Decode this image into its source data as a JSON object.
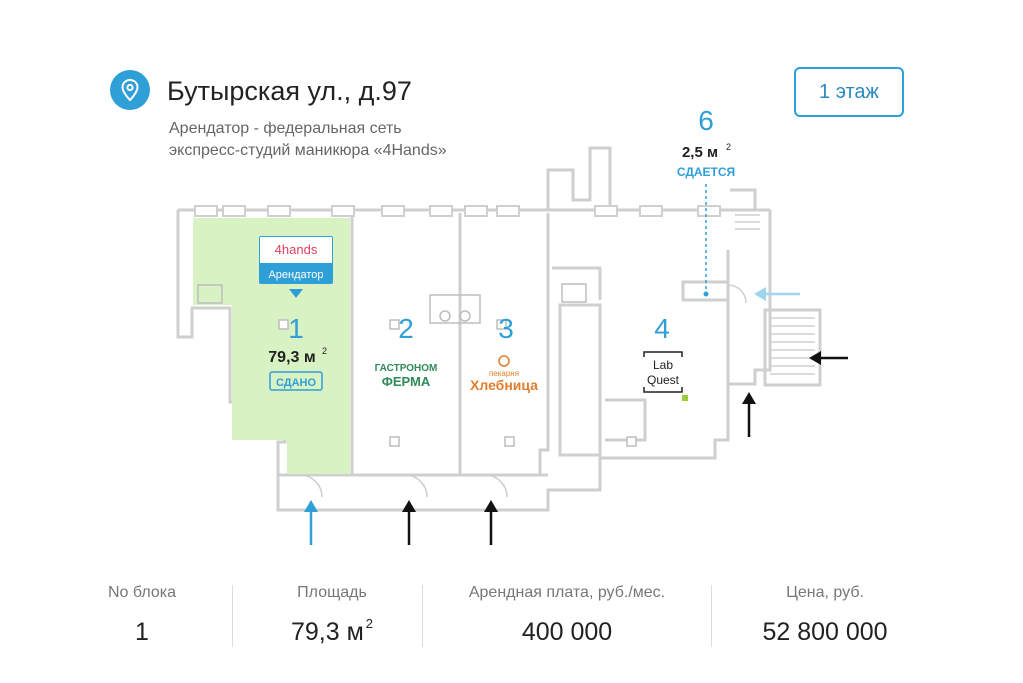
{
  "header": {
    "address": "Бутырская ул., д.97",
    "tenant_line1": "Арендатор - федеральная сеть",
    "tenant_line2": "экспресс-студий маникюра «4Hands»",
    "floor_button": "1 этаж"
  },
  "plan": {
    "unit1": {
      "number": "1",
      "area": "79,3 м",
      "status": "СДАНО",
      "logo": "4hands",
      "logo_tag": "Арендатор"
    },
    "unit2": {
      "number": "2",
      "brand_line1": "ГАСТРОНОМ",
      "brand_line2": "ФЕРМА"
    },
    "unit3": {
      "number": "3",
      "brand_line1": "пекарня",
      "brand_line2": "Хлебница"
    },
    "unit4": {
      "number": "4",
      "brand_line1": "Lab",
      "brand_line2": "Quest"
    },
    "unit6": {
      "number": "6",
      "area": "2,5 м",
      "status": "СДАЕТСЯ"
    },
    "area_sup": "2",
    "colors": {
      "leased": "#d9f2c4",
      "accent": "#2f9fd8",
      "wall": "#cfcfcf",
      "ferma": "#2e8b57",
      "hlebnica": "#e27d2c"
    }
  },
  "stats": {
    "block_label": "No блока",
    "block_value": "1",
    "area_label": "Площадь",
    "area_value": "79,3 м",
    "area_sup": "2",
    "rent_label": "Арендная плата, руб./мес.",
    "rent_value": "400 000",
    "price_label": "Цена, руб.",
    "price_value": "52 800 000"
  }
}
